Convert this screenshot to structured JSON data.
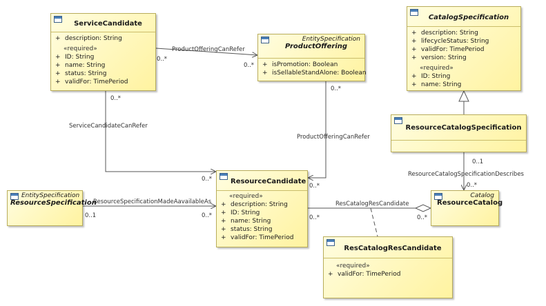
{
  "classes": {
    "service_candidate": {
      "name": "ServiceCandidate",
      "attrs": [
        {
          "vis": "+",
          "text": "description: String"
        }
      ],
      "required_label": "«required»",
      "required": [
        {
          "vis": "+",
          "text": "ID: String"
        },
        {
          "vis": "+",
          "text": "name: String"
        },
        {
          "vis": "+",
          "text": "status: String"
        },
        {
          "vis": "+",
          "text": "validFor: TimePeriod"
        }
      ]
    },
    "product_offering": {
      "stereotype": "EntitySpecification",
      "name": "ProductOffering",
      "attrs": [
        {
          "vis": "+",
          "text": "isPromotion: Boolean"
        },
        {
          "vis": "+",
          "text": "isSellableStandAlone: Boolean"
        }
      ]
    },
    "catalog_specification": {
      "name": "CatalogSpecification",
      "attrs": [
        {
          "vis": "+",
          "text": "description: String"
        },
        {
          "vis": "+",
          "text": "lifecycleStatus: String"
        },
        {
          "vis": "+",
          "text": "validFor: TimePeriod"
        },
        {
          "vis": "+",
          "text": "version: String"
        }
      ],
      "required_label": "«required»",
      "required": [
        {
          "vis": "+",
          "text": "ID: String"
        },
        {
          "vis": "+",
          "text": "name: String"
        }
      ]
    },
    "resource_catalog_specification": {
      "name": "ResourceCatalogSpecification"
    },
    "resource_candidate": {
      "name": "ResourceCandidate",
      "required_label": "«required»",
      "required": [
        {
          "vis": "+",
          "text": "description: String"
        },
        {
          "vis": "+",
          "text": "ID: String"
        },
        {
          "vis": "+",
          "text": "name: String"
        },
        {
          "vis": "+",
          "text": "status: String"
        },
        {
          "vis": "+",
          "text": "validFor: TimePeriod"
        }
      ]
    },
    "resource_specification": {
      "stereotype": "EntitySpecification",
      "name": "ResourceSpecification"
    },
    "resource_catalog": {
      "stereotype": "Catalog",
      "name": "ResourceCatalog"
    },
    "res_catalog_res_candidate": {
      "name": "ResCatalogResCandidate",
      "required_label": "«required»",
      "required": [
        {
          "vis": "+",
          "text": "validFor: TimePeriod"
        }
      ]
    }
  },
  "associations": {
    "product_offering_can_refer_top": {
      "label": "ProductOfferingCanRefer",
      "mult_a": "0..*",
      "mult_b": "0..*"
    },
    "service_candidate_can_refer": {
      "label": "ServiceCandidateCanRefer",
      "mult_a": "0..*",
      "mult_b": "0..*"
    },
    "product_offering_can_refer_right": {
      "label": "ProductOfferingCanRefer",
      "mult_a": "0..*",
      "mult_b": "0..*"
    },
    "resource_spec_made_available": {
      "label": "ResourceSpecificationMadeAavailableAs",
      "mult_a": "0..1",
      "mult_b": "0..*"
    },
    "res_catalog_res_candidate": {
      "label": "ResCatalogResCandidate",
      "mult_a": "0..*",
      "mult_b": "0..*"
    },
    "resource_catalog_spec_describes": {
      "label": "ResourceCatalogSpecificationDescribes",
      "mult_a": "0..1",
      "mult_b": "0..*"
    }
  }
}
